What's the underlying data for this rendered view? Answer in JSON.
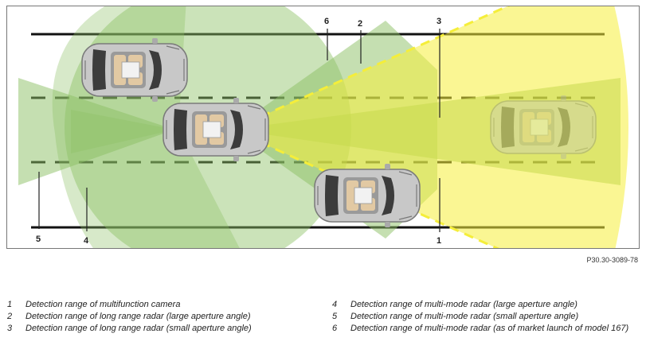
{
  "callouts": {
    "c1": "1",
    "c2": "2",
    "c3": "3",
    "c4": "4",
    "c5": "5",
    "c6": "6"
  },
  "figure_code": "P30.30-3089-78",
  "legend_left": [
    {
      "num": "1",
      "text": "Detection range of multifunction camera"
    },
    {
      "num": "2",
      "text": "Detection range of long range radar (large aperture angle)"
    },
    {
      "num": "3",
      "text": "Detection range of long range radar (small aperture angle)"
    }
  ],
  "legend_right": [
    {
      "num": "4",
      "text": "Detection range of multi-mode radar (large aperture angle)"
    },
    {
      "num": "5",
      "text": "Detection range of multi-mode radar (small aperture angle)"
    },
    {
      "num": "6",
      "text": "Detection range of multi-mode radar (as of market launch of model 167)"
    }
  ],
  "colors": {
    "zone_green": "#8cc063",
    "zone_yellow": "#f5ee3a",
    "lane_line": "#111111",
    "car_body": "#c9c9c9"
  }
}
